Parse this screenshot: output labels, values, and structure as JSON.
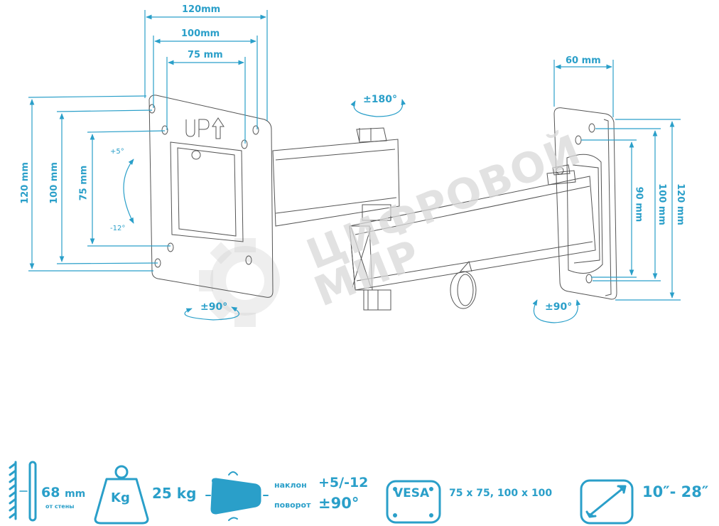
{
  "diagram": {
    "watermark": {
      "line1": "ЦИФРОВОЙ",
      "line2": "МИР"
    },
    "tv_plate": {
      "label": "UP",
      "width_dims": [
        "120mm",
        "100mm",
        "75 mm"
      ],
      "height_dims": [
        "120 mm",
        "100 mm",
        "75 mm"
      ],
      "tilt_up": "+5°",
      "tilt_down": "-12°",
      "swivel": "±90°"
    },
    "arm": {
      "rotation": "±180°"
    },
    "wall_plate": {
      "width_dim": "60 mm",
      "height_dims": [
        "90 mm",
        "100 mm",
        "120 mm"
      ],
      "swivel": "±90°"
    }
  },
  "specs": {
    "wall_distance": {
      "value": "68",
      "unit": "mm",
      "caption": "от стены"
    },
    "weight": {
      "icon_label": "Kg",
      "value": "25 kg"
    },
    "adjust": {
      "tilt_label": "наклон",
      "tilt_value": "+5/-12",
      "swivel_label": "поворот",
      "swivel_value": "±90°"
    },
    "vesa": {
      "icon_label": "VESA",
      "value": "75 x 75, 100 x 100"
    },
    "screen": {
      "value": "10″- 28″"
    }
  },
  "colors": {
    "accent": "#2a9fc9",
    "line": "#555555",
    "watermark": "#d9d9d9"
  }
}
